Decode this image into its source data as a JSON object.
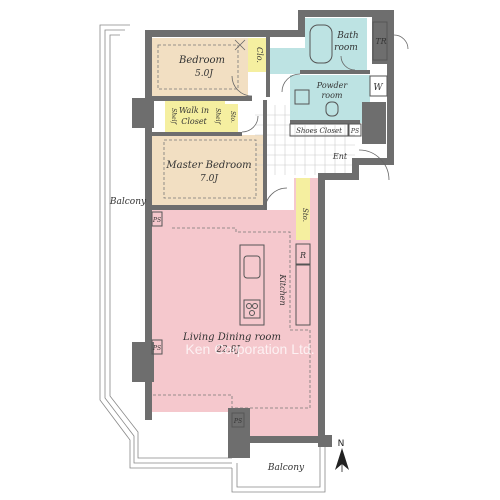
{
  "rooms": {
    "bedroom": {
      "name": "Bedroom",
      "size": "5.0J"
    },
    "master_bedroom": {
      "name": "Master Bedroom",
      "size": "7.0J"
    },
    "ldk": {
      "name": "Living Dining room",
      "size": "22.8J"
    },
    "bath": {
      "name_line1": "Bath",
      "name_line2": "room"
    },
    "powder": {
      "name_line1": "Powder",
      "name_line2": "room"
    },
    "walk_in_closet": {
      "name_line1": "Walk in",
      "name_line2": "Closet"
    },
    "shoes_closet": {
      "name": "Shoes Closet"
    },
    "kitchen": {
      "name": "Kitchen"
    },
    "entrance": {
      "name": "Ent"
    },
    "balcony_west": {
      "name": "Balcony"
    },
    "balcony_south": {
      "name": "Balcony"
    }
  },
  "storage": {
    "clo": "Clo.",
    "shelf": "Shelf",
    "sto": "Sto.",
    "tr": "TR",
    "w": "W",
    "r": "R",
    "ps": "PS"
  },
  "compass": {
    "label": "N"
  },
  "watermark": "Ken Corporation Ltd.",
  "colors": {
    "bedroom_fill": "#f2dfc2",
    "ldk_fill": "#f5c8cd",
    "wet_fill": "#bde3e3",
    "storage_fill": "#f5efa0",
    "wall": "#6e6e6e"
  }
}
